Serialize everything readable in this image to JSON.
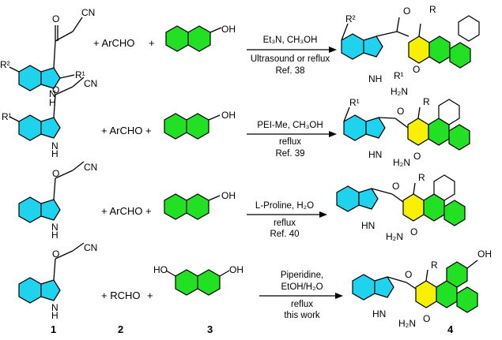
{
  "rows": [
    {
      "reagent": "+ ArCHO",
      "conditions_top": [
        "Et₃N, CH₃OH"
      ],
      "conditions_bottom": [
        "Ultrasound or reflux",
        "Ref. 38"
      ],
      "sub_r2": "R²",
      "sub_r1": "R¹",
      "prod_r2": "R²",
      "prod_r1": "R¹",
      "prod_r": "R"
    },
    {
      "reagent": "+ ArCHO +",
      "conditions_top": [
        "PEI-Me, CH₃OH"
      ],
      "conditions_bottom": [
        "reflux",
        "Ref. 39"
      ],
      "sub_r1": "R¹",
      "prod_r1": "R¹",
      "prod_r": "R"
    },
    {
      "reagent": "+ ArCHO +",
      "conditions_top": [
        "L-Proline, H₂O"
      ],
      "conditions_bottom": [
        "reflux",
        "Ref. 40"
      ],
      "prod_r": "R"
    },
    {
      "reagent": "+ RCHO",
      "conditions_top": [
        "Piperidine,",
        "EtOH/H₂O"
      ],
      "conditions_bottom": [
        "reflux",
        "this work"
      ],
      "prod_r": "R",
      "labels": [
        "1",
        "2",
        "3",
        "4"
      ]
    }
  ],
  "atoms": {
    "N": "N",
    "H": "H",
    "NH": "NH",
    "HN": "HN",
    "O": "O",
    "OH": "OH",
    "HO": "HO",
    "CN": "CN",
    "H2N": "H₂N",
    "plus": "+"
  },
  "colors": {
    "indole": "#1fd2ee",
    "naphthalene": "#22e023",
    "pyran": "#f8f000"
  }
}
